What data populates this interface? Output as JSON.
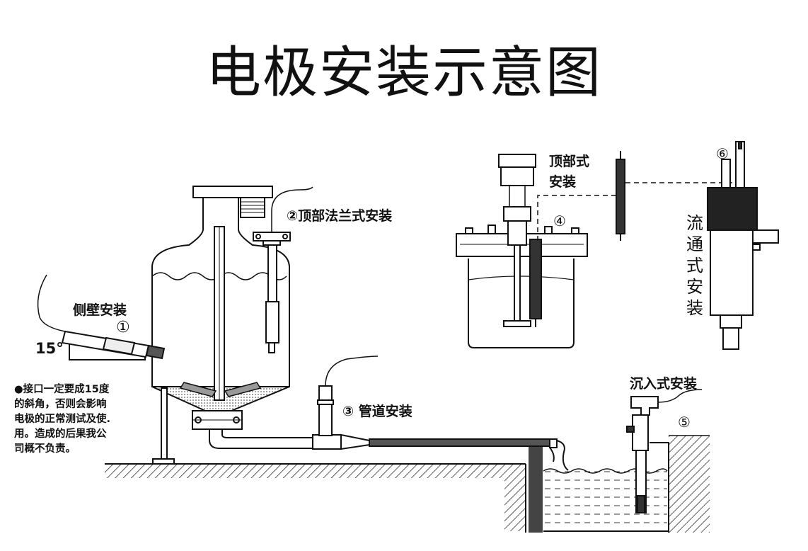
{
  "title": "电极安装示意图",
  "labels": {
    "side_wall": {
      "num": "①",
      "text": "侧壁安装"
    },
    "top_flange": {
      "num": "②",
      "text": "顶部法兰式安装"
    },
    "pipeline": {
      "num": "③",
      "text": "管道安装"
    },
    "top_type": {
      "num": "④",
      "text": "顶部式安装",
      "line1": "顶部式",
      "line2": "安装"
    },
    "immersion": {
      "num": "⑤",
      "text": "沉入式安装"
    },
    "flow_through": {
      "num": "⑥",
      "text": "流通式安装"
    }
  },
  "angle_label": "15°",
  "warning_lines": [
    "●接口一定要成15度",
    "的斜角，否则会影响",
    "电极的正常测试及使.",
    "用。造成的后果我公",
    "司概不负责。"
  ],
  "flow_vertical_chars": [
    "流",
    "通",
    "式",
    "安",
    "装"
  ]
}
